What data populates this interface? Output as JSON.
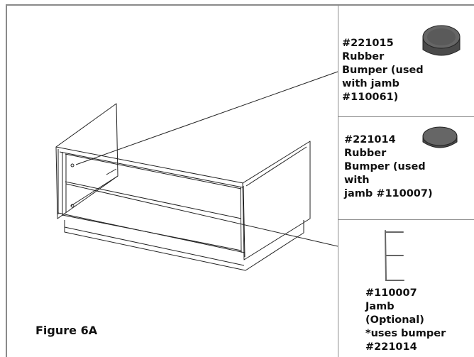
{
  "figure_caption": "Figure 6A",
  "parts": [
    {
      "label": "#221015\nRubber\nBumper (used\nwith jamb\n#110061)",
      "icon": "tall-rubber-bumper-icon"
    },
    {
      "label": "#221014\nRubber\nBumper (used\nwith\njamb #110007)",
      "icon": "short-rubber-bumper-icon"
    },
    {
      "label": "#110007\nJamb\n(Optional)\n*uses bumper\n#221014",
      "icon": "jamb-e-profile-icon"
    }
  ],
  "colors": {
    "border": "#8a8a8a",
    "bumper": "#555555",
    "jamb": "#666666"
  }
}
